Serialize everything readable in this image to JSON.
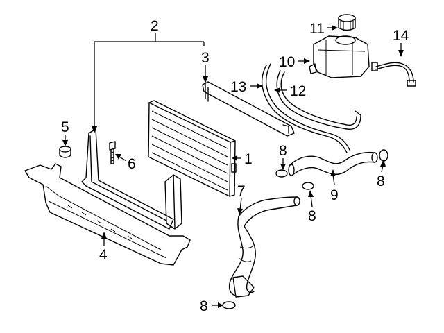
{
  "callouts": [
    {
      "id": "c1",
      "text": "1"
    },
    {
      "id": "c2",
      "text": "2"
    },
    {
      "id": "c3",
      "text": "3"
    },
    {
      "id": "c4",
      "text": "4"
    },
    {
      "id": "c5",
      "text": "5"
    },
    {
      "id": "c6",
      "text": "6"
    },
    {
      "id": "c7",
      "text": "7"
    },
    {
      "id": "c8a",
      "text": "8"
    },
    {
      "id": "c8b",
      "text": "8"
    },
    {
      "id": "c8c",
      "text": "8"
    },
    {
      "id": "c8d",
      "text": "8"
    },
    {
      "id": "c9",
      "text": "9"
    },
    {
      "id": "c10",
      "text": "10"
    },
    {
      "id": "c11",
      "text": "11"
    },
    {
      "id": "c12",
      "text": "12"
    },
    {
      "id": "c13",
      "text": "13"
    },
    {
      "id": "c14",
      "text": "14"
    }
  ]
}
